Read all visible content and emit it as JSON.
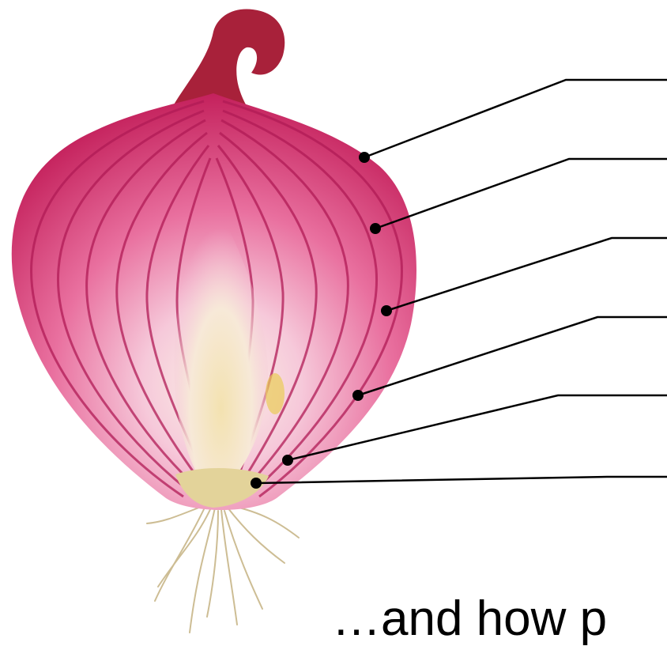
{
  "caption": "…and how p",
  "colors": {
    "flesh_outer": "#d12c67",
    "flesh_mid": "#e8669a",
    "flesh_light": "#f6c4d9",
    "core_cream": "#f4e7c4",
    "core_yellow": "#e9cc57",
    "base_tan": "#e3d39a",
    "ring_line": "#b01b55",
    "stalk": "#a8213a",
    "roots": "#cdbd94",
    "leader_line": "#000000"
  },
  "pointers": [
    {
      "marker": "dot-1"
    },
    {
      "marker": "dot-2"
    },
    {
      "marker": "dot-3"
    },
    {
      "marker": "dot-4"
    },
    {
      "marker": "dot-5"
    },
    {
      "marker": "dot-6"
    }
  ]
}
